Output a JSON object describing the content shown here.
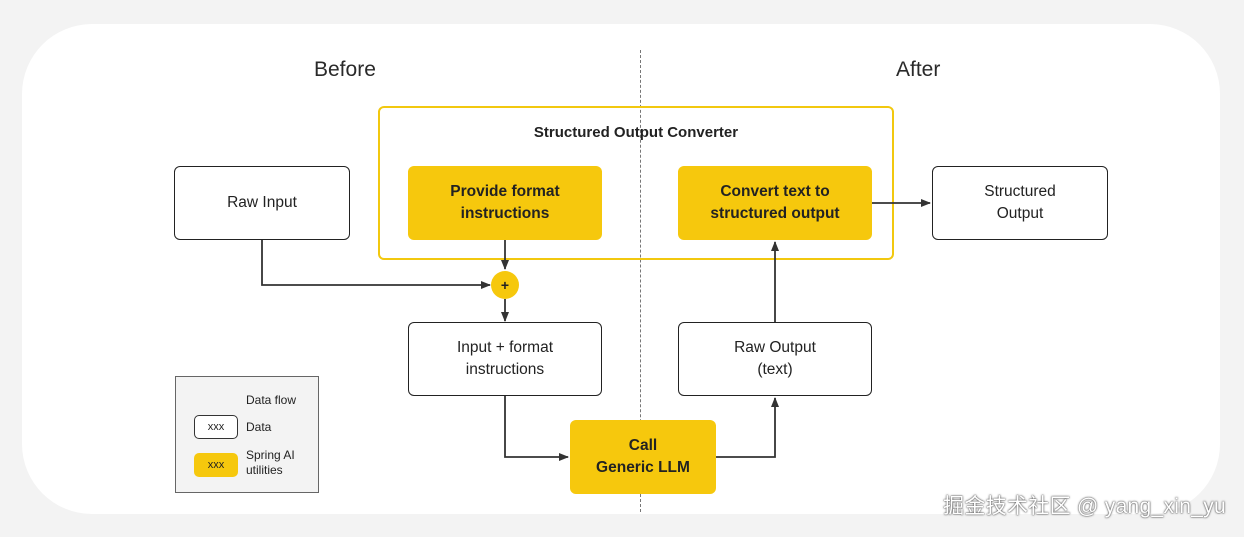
{
  "headings": {
    "before": "Before",
    "after": "After"
  },
  "converter": {
    "title": "Structured Output Converter"
  },
  "nodes": {
    "raw_input": "Raw Input",
    "format_instructions": "Provide format\ninstructions",
    "convert_text": "Convert text to\nstructured  output",
    "structured_output": "Structured\nOutput",
    "input_format": "Input + format\ninstructions",
    "raw_output": "Raw Output\n(text)",
    "llm": "Call\nGeneric LLM"
  },
  "join_symbol": "+",
  "legend": {
    "data_flow": "Data flow",
    "swatch_text": "xxx",
    "data": "Data",
    "utilities": "Spring AI\nutilities"
  },
  "watermark": "掘金技术社区 @ yang_xin_yu",
  "colors": {
    "accent": "#f6c80d",
    "line": "#333333"
  }
}
